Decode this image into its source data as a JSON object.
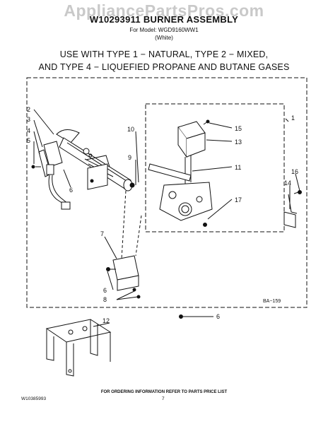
{
  "watermark": "AppliancePartsPros.com",
  "title": "W10293911 BURNER ASSEMBLY",
  "subtitle_model": "For Model: WGD9160WW1",
  "subtitle_color": "(White)",
  "usage_line1": "USE WITH TYPE 1 − NATURAL, TYPE 2 − MIXED,",
  "usage_line2": "AND TYPE 4 − LIQUEFIED PROPANE AND BUTANE GASES",
  "callouts": {
    "c1": "1",
    "c2": "2",
    "c3": "3",
    "c4": "4",
    "c5": "5",
    "c6a": "6",
    "c6b": "6",
    "c6c": "6",
    "c7": "7",
    "c8": "8",
    "c9": "9",
    "c10": "10",
    "c11": "11",
    "c12": "12",
    "c13": "13",
    "c14": "14",
    "c15": "15",
    "c16": "16",
    "c17": "17"
  },
  "diagram_code": "BA−159",
  "footer_order": "FOR ORDERING INFORMATION REFER TO PARTS PRICE LIST",
  "footer_doc": "W10385993",
  "footer_page": "7",
  "colors": {
    "line": "#111111",
    "watermark": "#c9c9c9",
    "background": "#ffffff"
  }
}
